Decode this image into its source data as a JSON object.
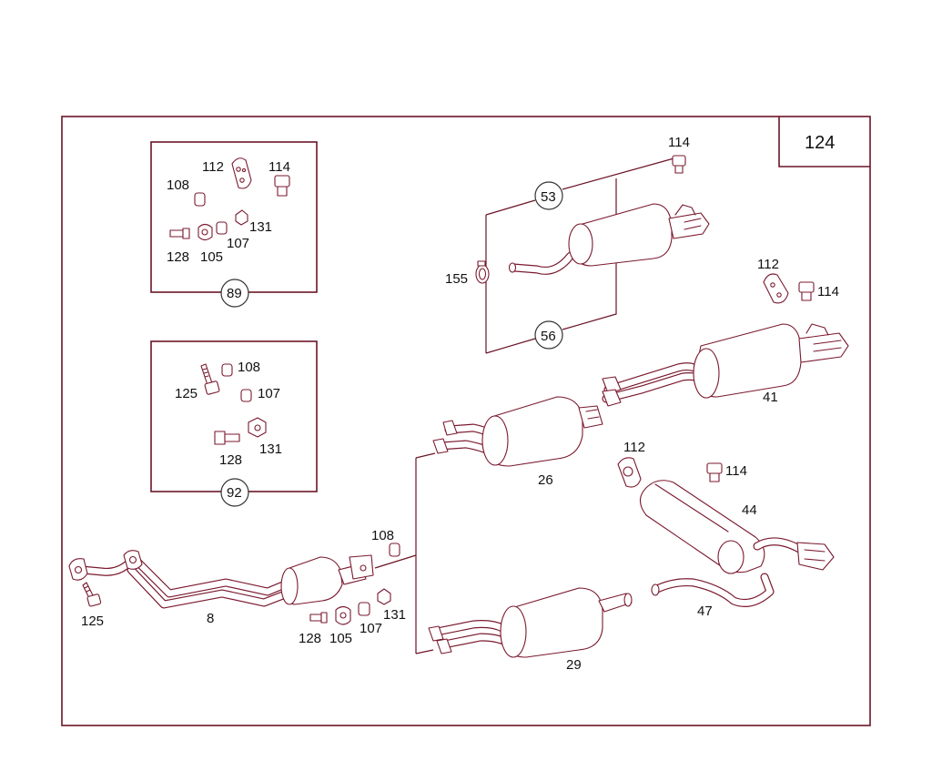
{
  "page_number": "124",
  "boxes": {
    "kit_89": {
      "label": "89",
      "parts": [
        "108",
        "112",
        "114",
        "128",
        "105",
        "107",
        "131"
      ]
    },
    "kit_92": {
      "label": "92",
      "parts": [
        "125",
        "108",
        "107",
        "128",
        "131"
      ]
    }
  },
  "callouts": {
    "c53": "53",
    "c56": "56",
    "p114_top": "114",
    "p155": "155",
    "p112_right": "112",
    "p114_right": "114",
    "p41": "41",
    "p26": "26",
    "p112_mid": "112",
    "p114_mid": "114",
    "p44": "44",
    "p47": "47",
    "p29": "29",
    "p108_bottom": "108",
    "p125_bottom": "125",
    "p8": "8",
    "p128_bottom": "128",
    "p105_bottom": "105",
    "p107_bottom": "107",
    "p131_bottom": "131"
  }
}
